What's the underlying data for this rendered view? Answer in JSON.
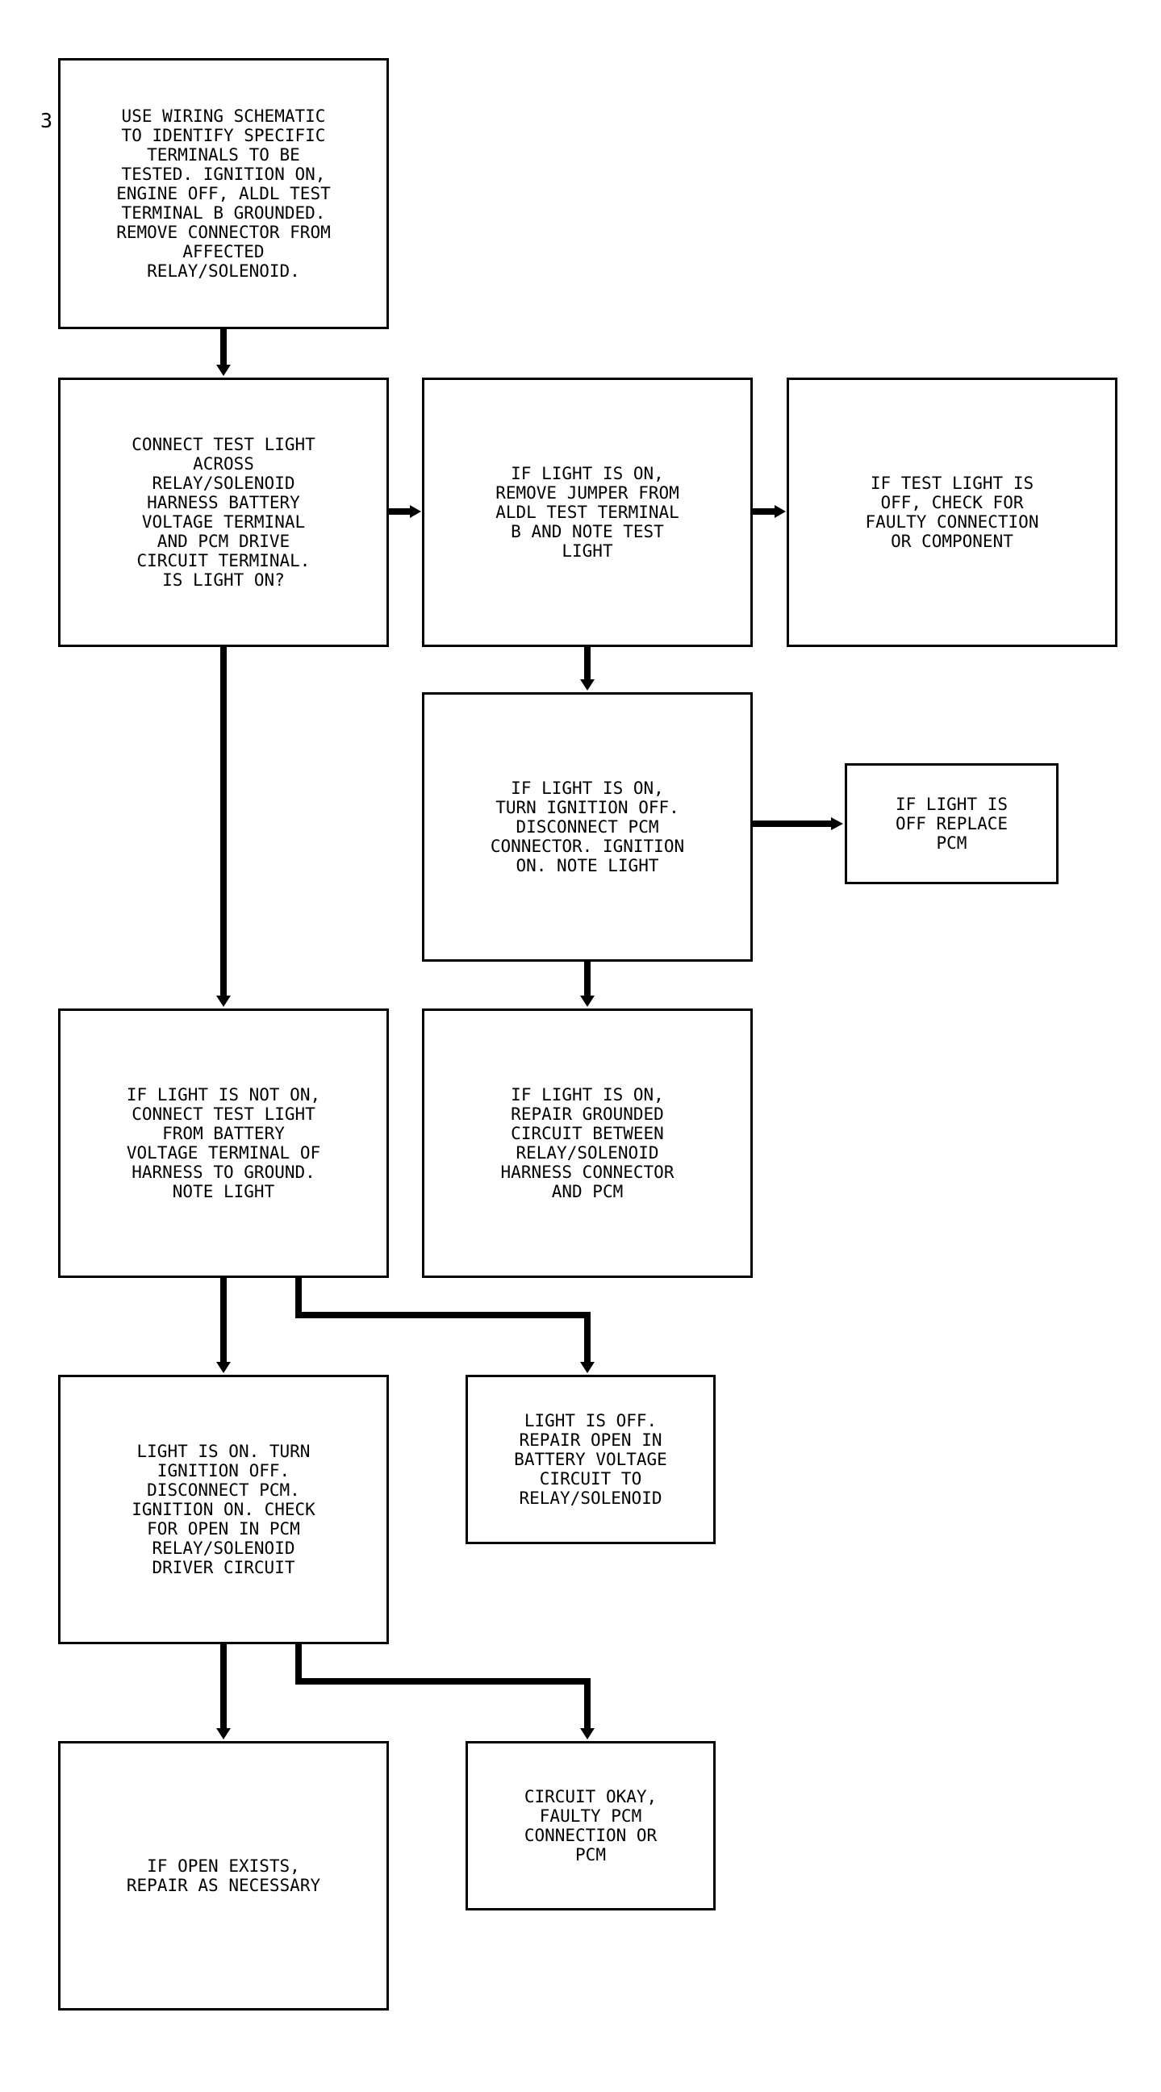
{
  "step_number": "3",
  "boxes": {
    "b1": "USE WIRING SCHEMATIC\nTO IDENTIFY SPECIFIC\nTERMINALS TO BE\nTESTED. IGNITION ON,\nENGINE OFF, ALDL TEST\nTERMINAL B GROUNDED.\nREMOVE CONNECTOR FROM\nAFFECTED\nRELAY/SOLENOID.",
    "b2": "CONNECT TEST LIGHT\nACROSS\nRELAY/SOLENOID\nHARNESS BATTERY\nVOLTAGE TERMINAL\nAND PCM DRIVE\nCIRCUIT TERMINAL.\nIS LIGHT ON?",
    "b3": "IF LIGHT IS ON,\nREMOVE JUMPER FROM\nALDL TEST TERMINAL\nB AND NOTE TEST\nLIGHT",
    "b4": "IF TEST LIGHT IS\nOFF, CHECK FOR\nFAULTY CONNECTION\nOR COMPONENT",
    "b5": "IF LIGHT IS ON,\nTURN IGNITION OFF.\nDISCONNECT PCM\nCONNECTOR. IGNITION\nON. NOTE LIGHT",
    "b6": "IF LIGHT IS\nOFF REPLACE\nPCM",
    "b7": "IF LIGHT IS NOT ON,\nCONNECT TEST LIGHT\nFROM BATTERY\nVOLTAGE TERMINAL OF\nHARNESS TO GROUND.\nNOTE LIGHT",
    "b8": "IF LIGHT IS ON,\nREPAIR GROUNDED\nCIRCUIT BETWEEN\nRELAY/SOLENOID\nHARNESS CONNECTOR\nAND PCM",
    "b9": "LIGHT IS ON. TURN\nIGNITION OFF.\nDISCONNECT PCM.\nIGNITION ON. CHECK\nFOR OPEN IN PCM\nRELAY/SOLENOID\nDRIVER CIRCUIT",
    "b10": "LIGHT IS OFF.\nREPAIR OPEN IN\nBATTERY VOLTAGE\nCIRCUIT TO\nRELAY/SOLENOID",
    "b11": "IF OPEN EXISTS,\nREPAIR AS NECESSARY",
    "b12": "CIRCUIT OKAY,\nFAULTY PCM\nCONNECTION OR\nPCM"
  },
  "colors": {
    "line": "#000000",
    "background": "#ffffff"
  }
}
